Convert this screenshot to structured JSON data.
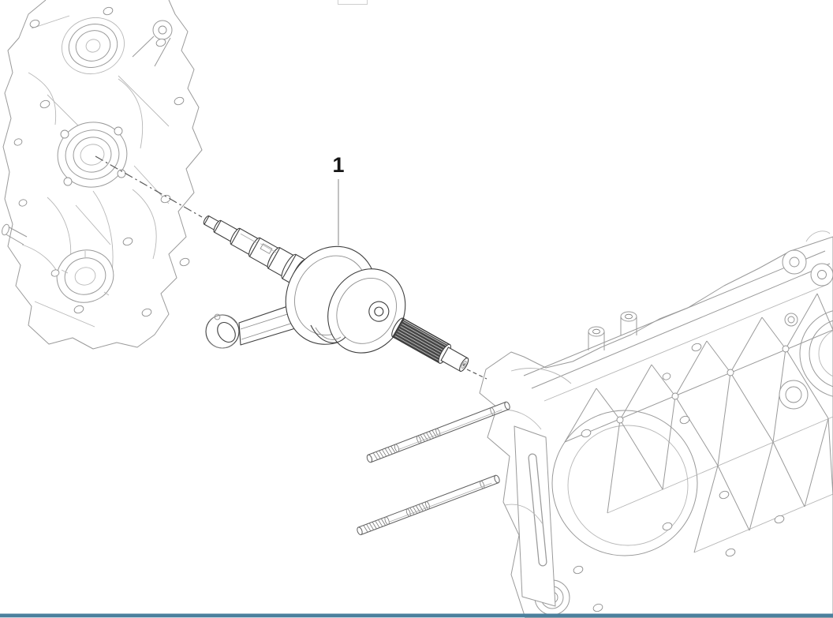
{
  "page": {
    "background_color": "#ffffff",
    "footer_accent_color": "#4b809d"
  },
  "diagram": {
    "kind": "exploded-parts-illustration",
    "subject": "engine crankcase halves with crankshaft and connecting rod",
    "case_line_color": "#9a9a9a",
    "part_line_color": "#3f3f3f",
    "axis_line_style": "dash-dot",
    "callouts": [
      {
        "number": "1",
        "part": "crankshaft-connecting-rod-assembly"
      }
    ],
    "parts": [
      {
        "id": "left-crankcase-half"
      },
      {
        "id": "crankshaft-connecting-rod-assembly",
        "callout": "1"
      },
      {
        "id": "right-crankcase-half"
      },
      {
        "id": "stud-bolt-upper"
      },
      {
        "id": "stud-bolt-lower"
      }
    ]
  }
}
